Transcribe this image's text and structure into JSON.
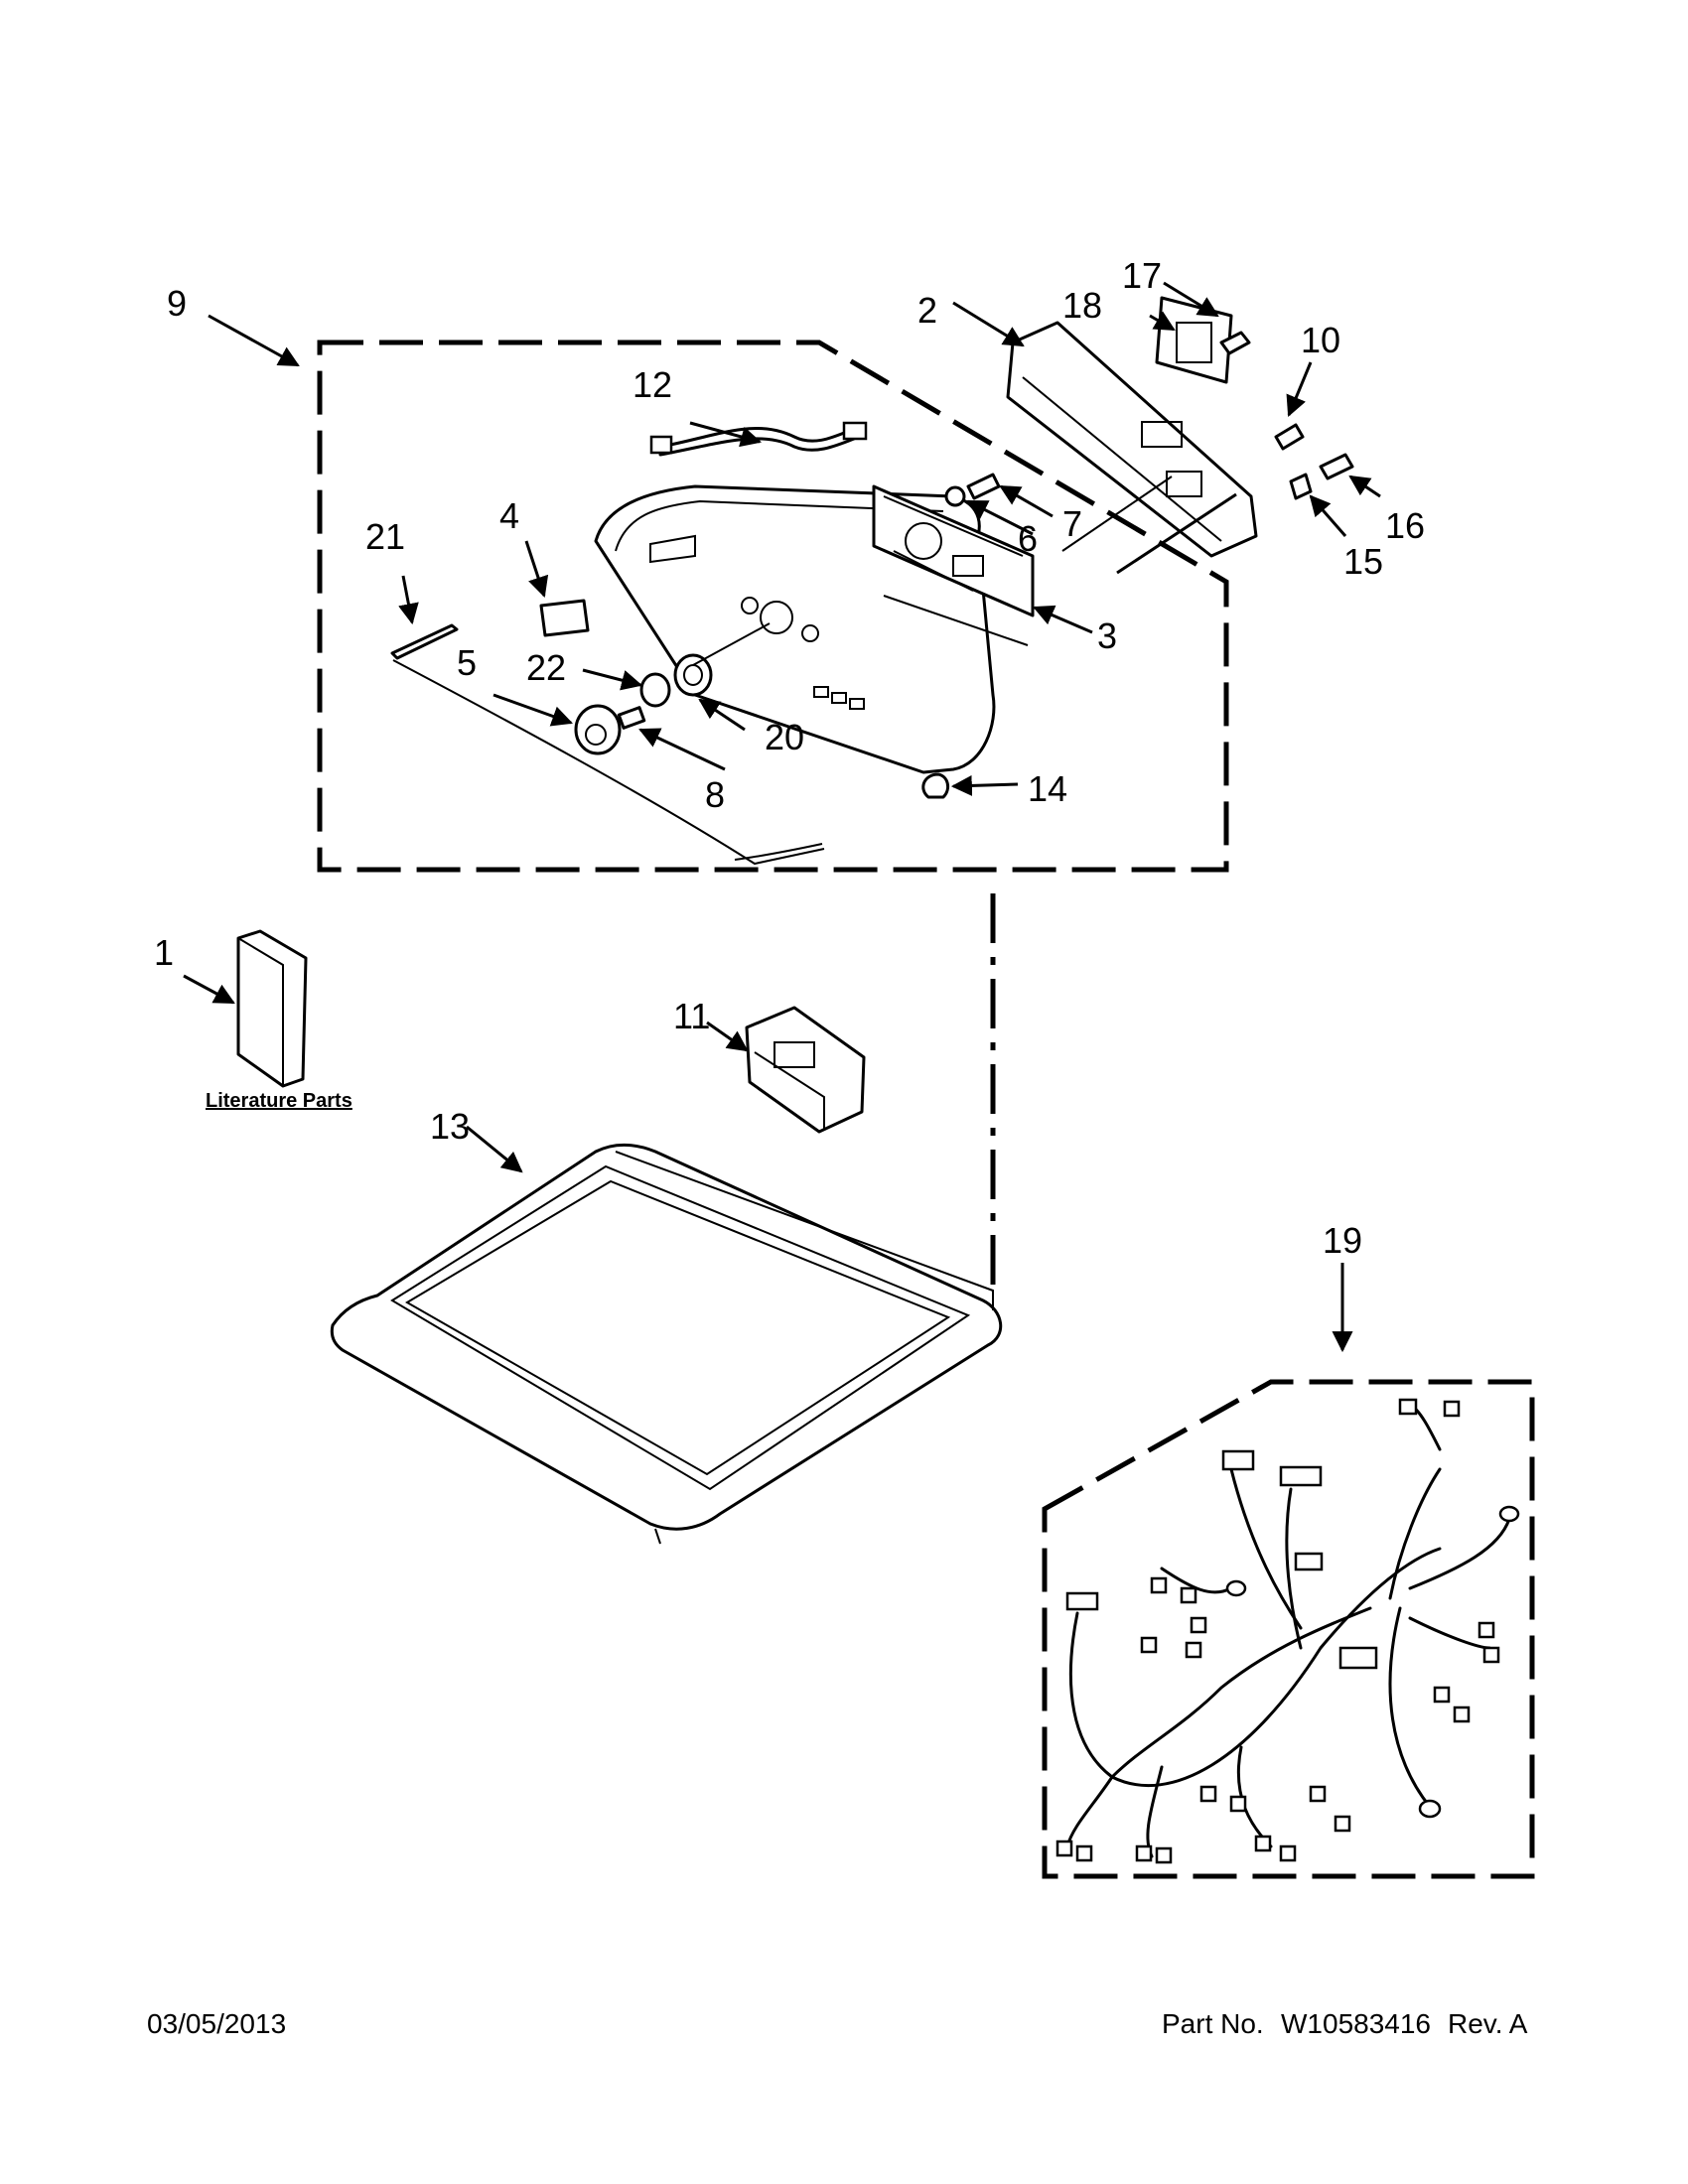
{
  "callouts": [
    "1",
    "2",
    "3",
    "4",
    "5",
    "6",
    "7",
    "8",
    "9",
    "10",
    "11",
    "12",
    "13",
    "14",
    "15",
    "16",
    "17",
    "18",
    "19",
    "20",
    "21",
    "22"
  ],
  "literature_label": "Literature Parts",
  "footer": {
    "date": "03/05/2013",
    "part_label": "Part No.",
    "part_number": "W10583416",
    "revision": "Rev.  A"
  }
}
